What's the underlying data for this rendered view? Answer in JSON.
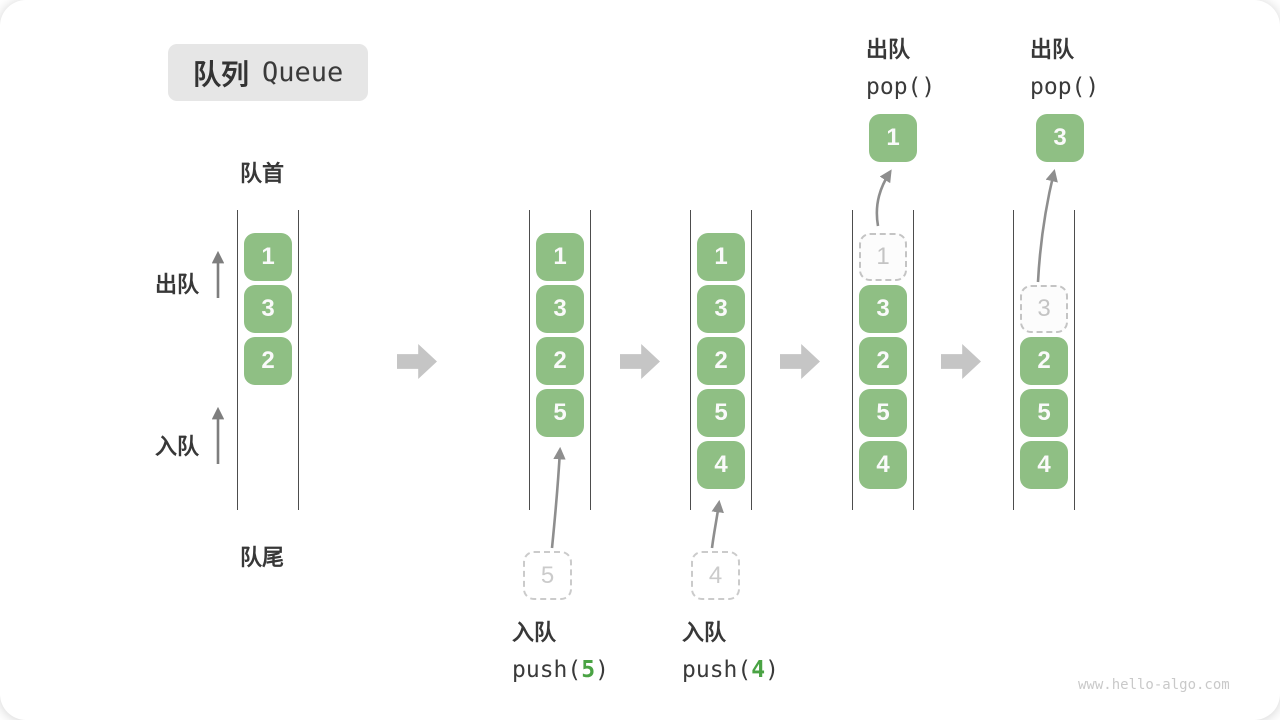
{
  "title": {
    "zh": "队列",
    "en": "Queue"
  },
  "labels": {
    "front": "队首",
    "rear": "队尾",
    "dequeue_side": "出队",
    "enqueue_side": "入队"
  },
  "queues": [
    {
      "slots": [
        {
          "value": "1"
        },
        {
          "value": "3"
        },
        {
          "value": "2"
        }
      ]
    },
    {
      "slots": [
        {
          "value": "1"
        },
        {
          "value": "3"
        },
        {
          "value": "2"
        },
        {
          "value": "5"
        }
      ],
      "pending_value": "5"
    },
    {
      "slots": [
        {
          "value": "1"
        },
        {
          "value": "3"
        },
        {
          "value": "2"
        },
        {
          "value": "5"
        },
        {
          "value": "4"
        }
      ],
      "pending_value": "4"
    },
    {
      "ghost_value": "1",
      "slots": [
        {
          "value": "3"
        },
        {
          "value": "2"
        },
        {
          "value": "5"
        },
        {
          "value": "4"
        }
      ],
      "popped_value": "1"
    },
    {
      "ghost_value": "3",
      "slots": [
        {
          "value": "2"
        },
        {
          "value": "5"
        },
        {
          "value": "4"
        }
      ],
      "popped_value": "3"
    }
  ],
  "operations": {
    "push5": {
      "label": "入队",
      "fn_open": "push(",
      "arg": "5",
      "fn_close": ")"
    },
    "push4": {
      "label": "入队",
      "fn_open": "push(",
      "arg": "4",
      "fn_close": ")"
    },
    "pop1": {
      "label": "出队",
      "code": "pop()"
    },
    "pop2": {
      "label": "出队",
      "code": "pop()"
    }
  },
  "icons": {
    "next_step_arrow": "right-block-arrow",
    "enqueue_flow_arrow": "curved-up-arrow",
    "dequeue_flow_arrow": "curved-up-arrow",
    "side_direction_arrow": "up-arrow"
  },
  "colors": {
    "item_green": "#8fbf84",
    "code_arg_green": "#4aa344",
    "block_arrow_gray": "#c5c5c5",
    "ghost_gray": "#c4c4c4",
    "rail_dark": "#4d4d4d",
    "title_bg": "#e6e6e6"
  },
  "watermark": "www.hello-algo.com"
}
